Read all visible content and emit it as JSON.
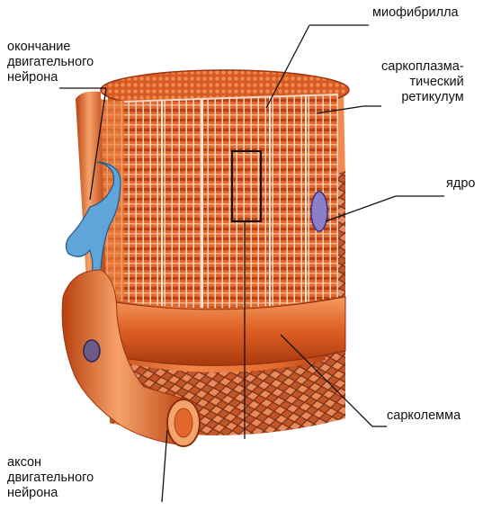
{
  "labels": {
    "myofibril": "миофибрилла",
    "nerve_ending": "окончание\nдвигательного\nнейрона",
    "sarcoplasmic_reticulum": "саркоплазма-\nтический\nретикулум",
    "nucleus": "ядро",
    "sarcolemma": "сарколемма",
    "axon": "аксон\nдвигательного\nнейрона"
  },
  "colors": {
    "muscle_dark": "#b8400f",
    "muscle_mid": "#e0642a",
    "muscle_light": "#f59a5f",
    "sarcolemma_sheet": "#e86b2f",
    "nerve_blue": "#5fa5d8",
    "net": "#8a3a1c"
  }
}
